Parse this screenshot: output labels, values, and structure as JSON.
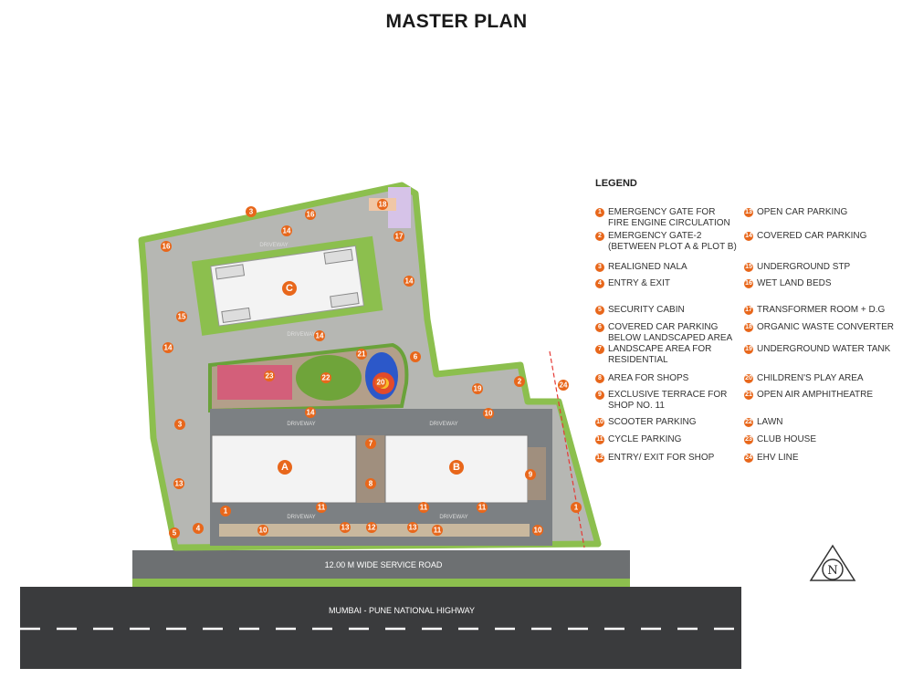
{
  "title": "MASTER PLAN",
  "legend": {
    "heading": "LEGEND",
    "items": [
      {
        "num": "1",
        "text": "EMERGENCY GATE FOR\nFIRE ENGINE CIRCULATION"
      },
      {
        "num": "2",
        "text": "EMERGENCY GATE-2\n(BETWEEN PLOT A & PLOT B)"
      },
      {
        "num": "3",
        "text": "REALIGNED NALA"
      },
      {
        "num": "4",
        "text": "ENTRY & EXIT"
      },
      {
        "num": "5",
        "text": "SECURITY CABIN"
      },
      {
        "num": "6",
        "text": "COVERED CAR PARKING\nBELOW LANDSCAPED AREA"
      },
      {
        "num": "7",
        "text": "LANDSCAPE AREA FOR\nRESIDENTIAL"
      },
      {
        "num": "8",
        "text": "AREA FOR SHOPS"
      },
      {
        "num": "9",
        "text": "EXCLUSIVE TERRACE FOR\nSHOP NO. 11"
      },
      {
        "num": "10",
        "text": "SCOOTER PARKING"
      },
      {
        "num": "11",
        "text": "CYCLE PARKING"
      },
      {
        "num": "12",
        "text": "ENTRY/ EXIT FOR SHOP"
      },
      {
        "num": "13",
        "text": "OPEN CAR PARKING"
      },
      {
        "num": "14",
        "text": "COVERED CAR PARKING"
      },
      {
        "num": "15",
        "text": "UNDERGROUND STP"
      },
      {
        "num": "16",
        "text": "WET LAND BEDS"
      },
      {
        "num": "17",
        "text": "TRANSFORMER ROOM + D.G"
      },
      {
        "num": "18",
        "text": "ORGANIC WASTE CONVERTER"
      },
      {
        "num": "19",
        "text": "UNDERGROUND WATER TANK"
      },
      {
        "num": "20",
        "text": "CHILDREN'S PLAY AREA"
      },
      {
        "num": "21",
        "text": "OPEN AIR AMPHITHEATRE"
      },
      {
        "num": "22",
        "text": "LAWN"
      },
      {
        "num": "23",
        "text": "CLUB HOUSE"
      },
      {
        "num": "24",
        "text": "EHV LINE"
      }
    ]
  },
  "plan": {
    "service_road": "12.00 M WIDE SERVICE ROAD",
    "highway": "MUMBAI - PUNE NATIONAL HIGHWAY",
    "driveway": "DRIVEWAY",
    "buildings": [
      "A",
      "B",
      "C"
    ],
    "markers": [
      "3",
      "16",
      "14",
      "18",
      "17",
      "16",
      "14",
      "15",
      "14",
      "14",
      "6",
      "21",
      "23",
      "22",
      "20",
      "2",
      "19",
      "24",
      "14",
      "10",
      "3",
      "7",
      "9",
      "8",
      "13",
      "1",
      "11",
      "11",
      "11",
      "1",
      "5",
      "4",
      "10",
      "13",
      "12",
      "13",
      "11",
      "10"
    ],
    "north_label": "N"
  },
  "colors": {
    "marker": "#e8671b",
    "lawn": "#7bb342",
    "club_house": "#d35f7a",
    "transformer": "#d6c3e8",
    "road": "#3a3b3d"
  }
}
